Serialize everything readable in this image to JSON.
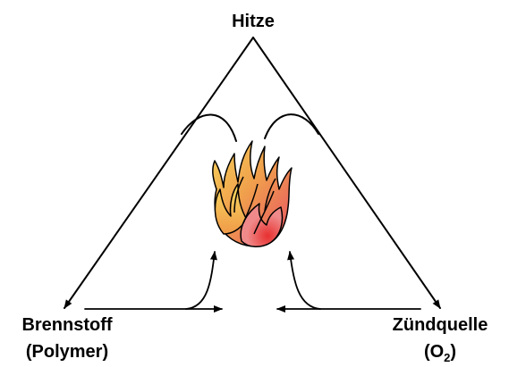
{
  "labels": {
    "top": "Hitze",
    "left_line1": "Brennstoff",
    "left_line2": "(Polymer)",
    "right_line1": "Zündquelle",
    "right_line2_prefix": "(O",
    "right_line2_sub": "2",
    "right_line2_suffix": ")"
  },
  "colors": {
    "stroke": "#000000",
    "flame_yellow": "#f4c342",
    "flame_orange": "#ee8a48",
    "flame_red": "#e84545",
    "flame_pink": "#f08c8c"
  }
}
